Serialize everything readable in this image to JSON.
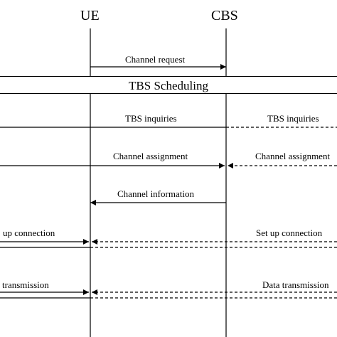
{
  "entities": {
    "ue": "UE",
    "cbs": "CBS"
  },
  "banner": "TBS Scheduling",
  "messages": {
    "channel_request": "Channel request",
    "tbs_inquiries_left": "TBS inquiries",
    "tbs_inquiries_right": "TBS inquiries",
    "channel_assignment_left": "Channel assignment",
    "channel_assignment_right": "Channel assignment",
    "channel_information": "Channel information",
    "setup_connection_left": "up connection",
    "setup_connection_right": "Set up connection",
    "data_transmission_left": "a transmission",
    "data_transmission_right": "Data transmission"
  }
}
